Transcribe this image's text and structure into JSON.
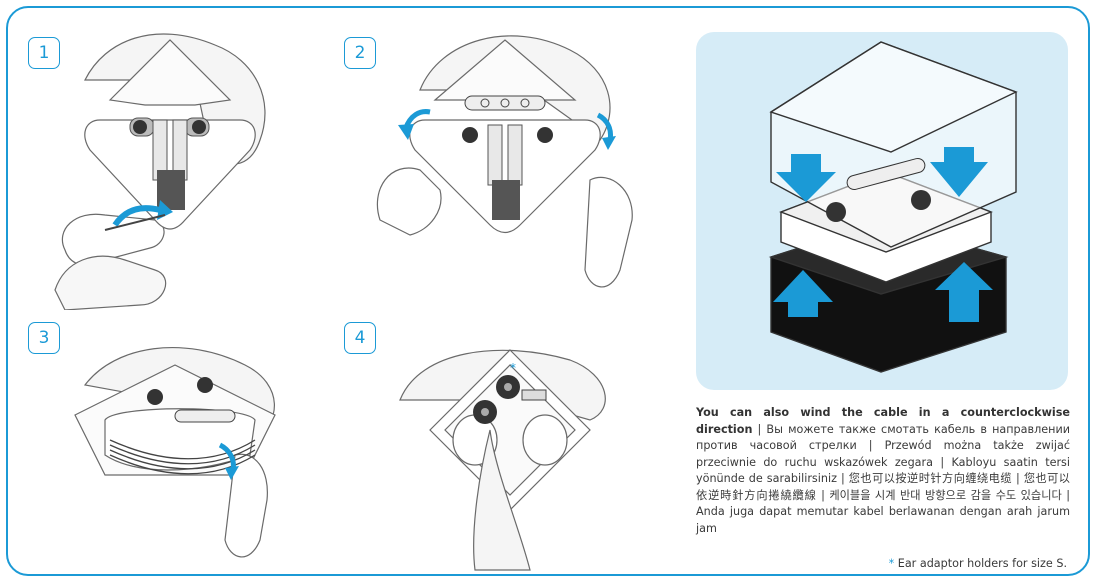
{
  "steps": [
    {
      "number": "1"
    },
    {
      "number": "2"
    },
    {
      "number": "3"
    },
    {
      "number": "4"
    }
  ],
  "step4_marker": "*",
  "caption": {
    "lead": "You can also wind the cable in a counterclockwise direction",
    "body": " | Вы можете также смотать кабель в направлении против часовой стрелки | Przewód można także zwijać przeciwnie do ruchu wskazówek zegara | Kabloyu saatin tersi yönünde de sarabilirsiniz | 您也可以按逆时针方向缠绕电缆 | 您也可以依逆時針方向捲繞纜線 | 케이블을 시계 반대 방향으로 감을 수도 있습니다 | Anda juga dapat memutar kabel berlawanan dengan arah jarum jam"
  },
  "footnote": {
    "star": "*",
    "text": " Ear adaptor holders for size S."
  },
  "colors": {
    "accent": "#1b9ad6",
    "panel": "#d6ecf7"
  }
}
